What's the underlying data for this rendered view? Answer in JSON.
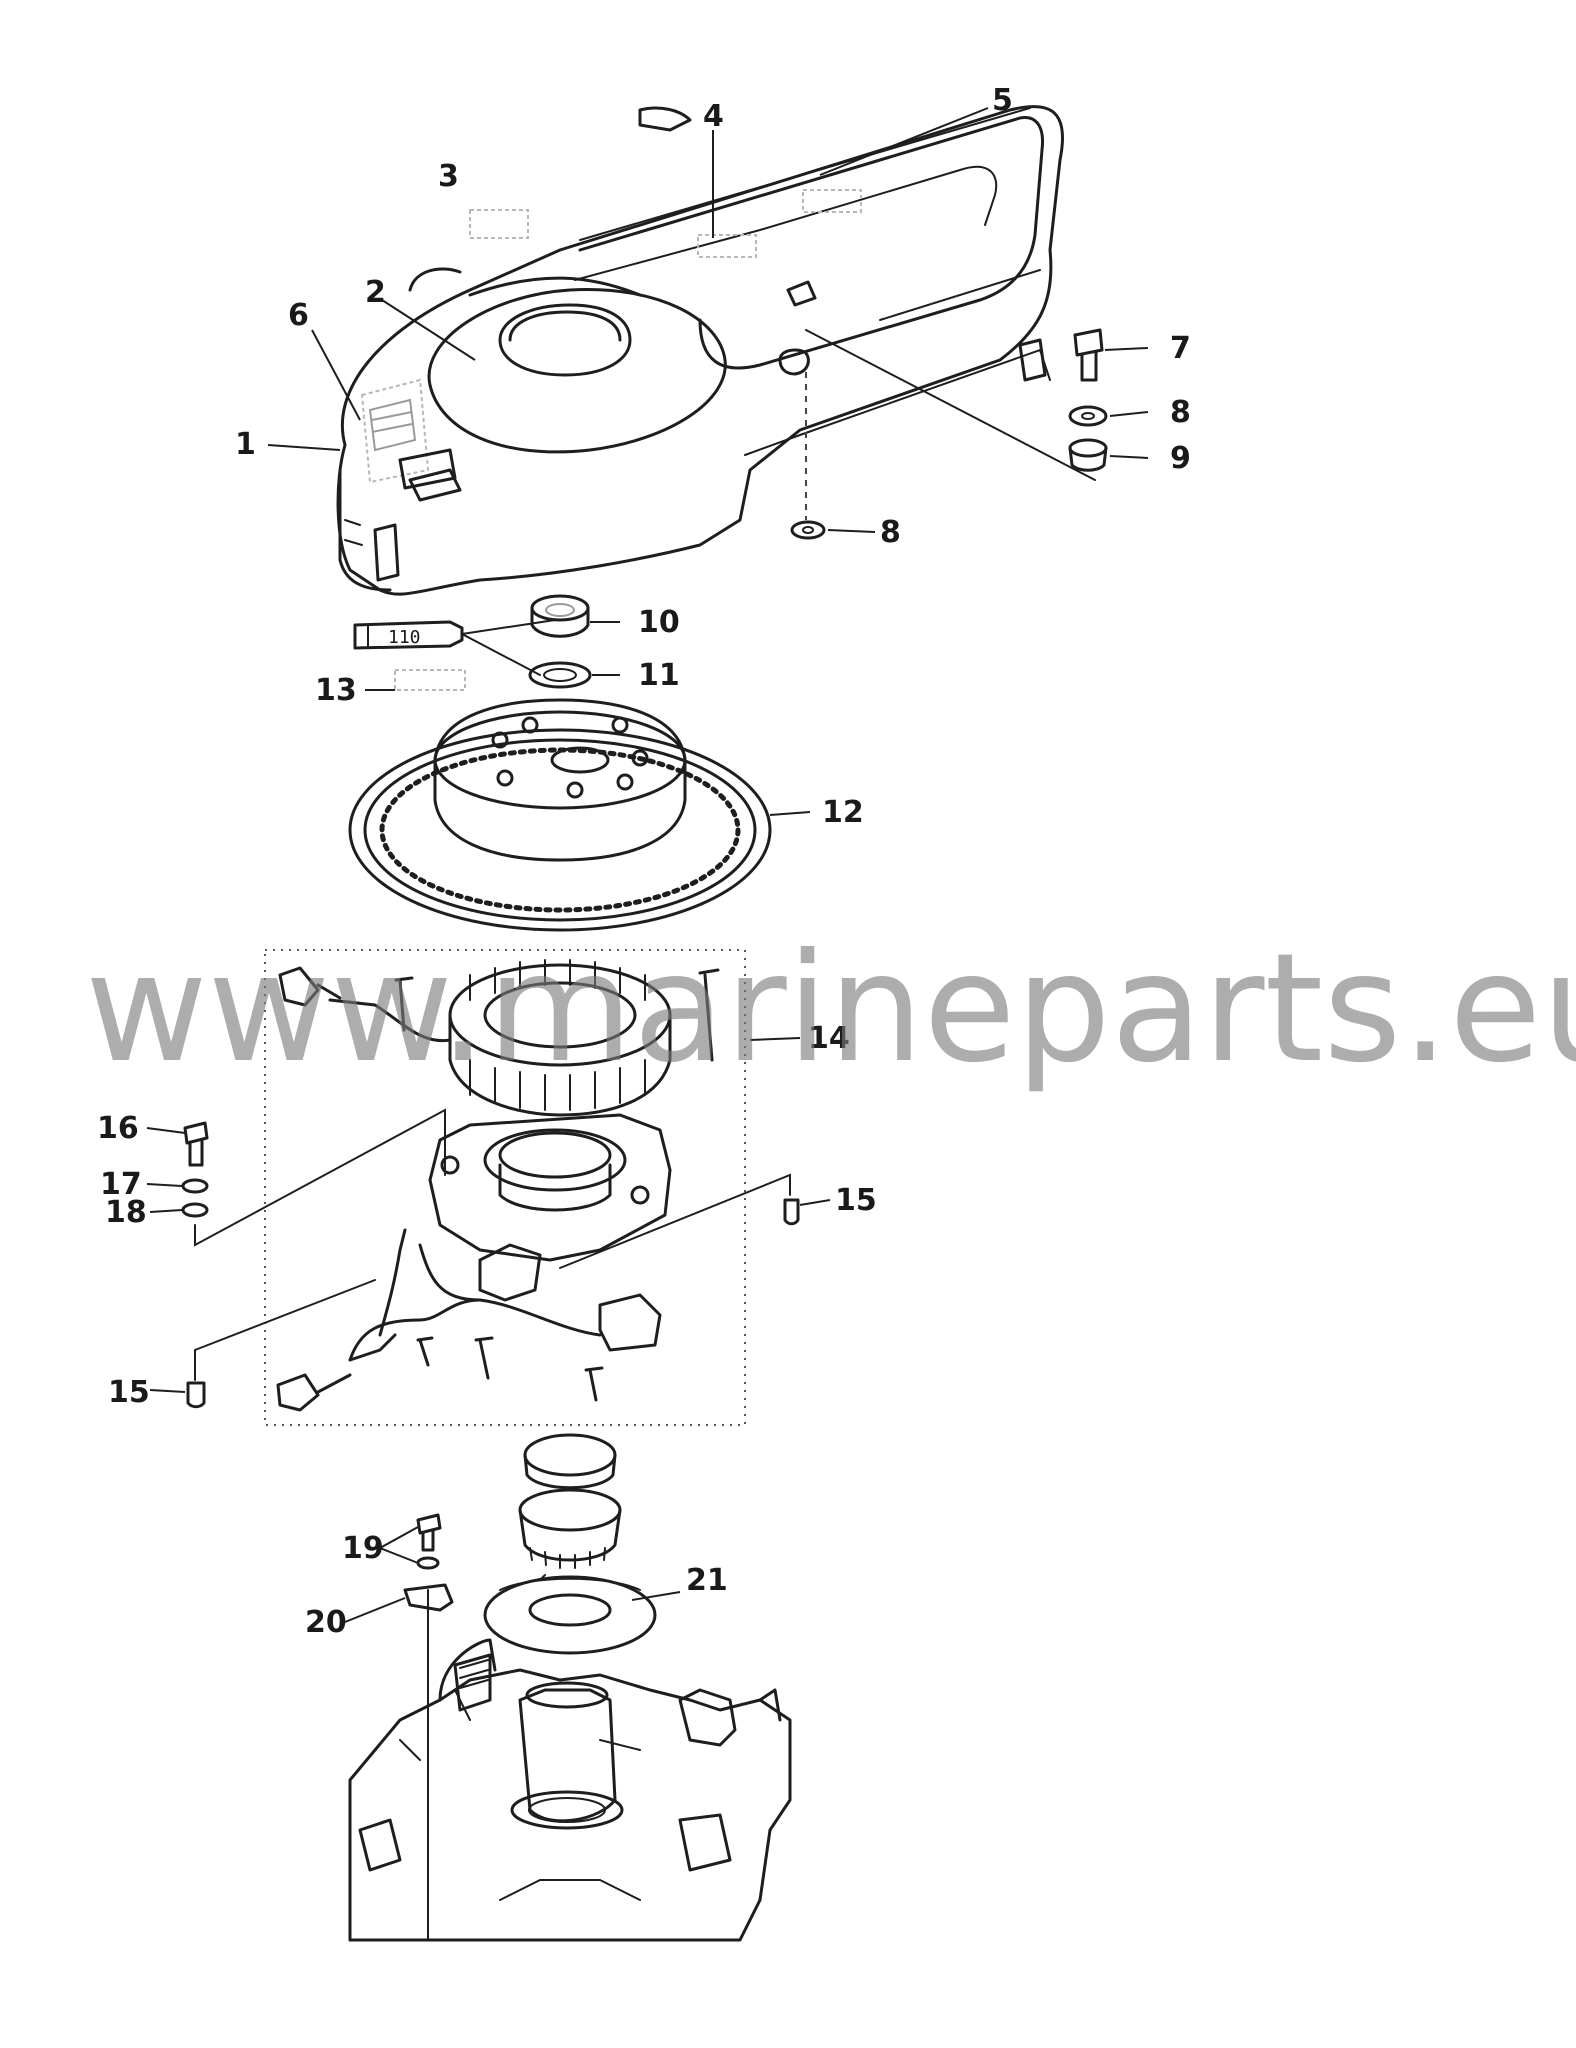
{
  "callouts": [
    "1",
    "2",
    "3",
    "4",
    "5",
    "6",
    "7",
    "8",
    "8",
    "9",
    "10",
    "11",
    "12",
    "13",
    "14",
    "15",
    "15",
    "16",
    "17",
    "18",
    "19",
    "20",
    "21"
  ],
  "tube_label": "110",
  "watermark": "www.marineparts.eu",
  "colors": {
    "line": "#1e1e1e",
    "watermark": "#7a7a7a",
    "background": "#ffffff"
  },
  "icons": [
    "flywheel-cover",
    "flywheel",
    "stator-assembly",
    "base-plate-assembly",
    "engine-block",
    "threadlock-tube"
  ]
}
